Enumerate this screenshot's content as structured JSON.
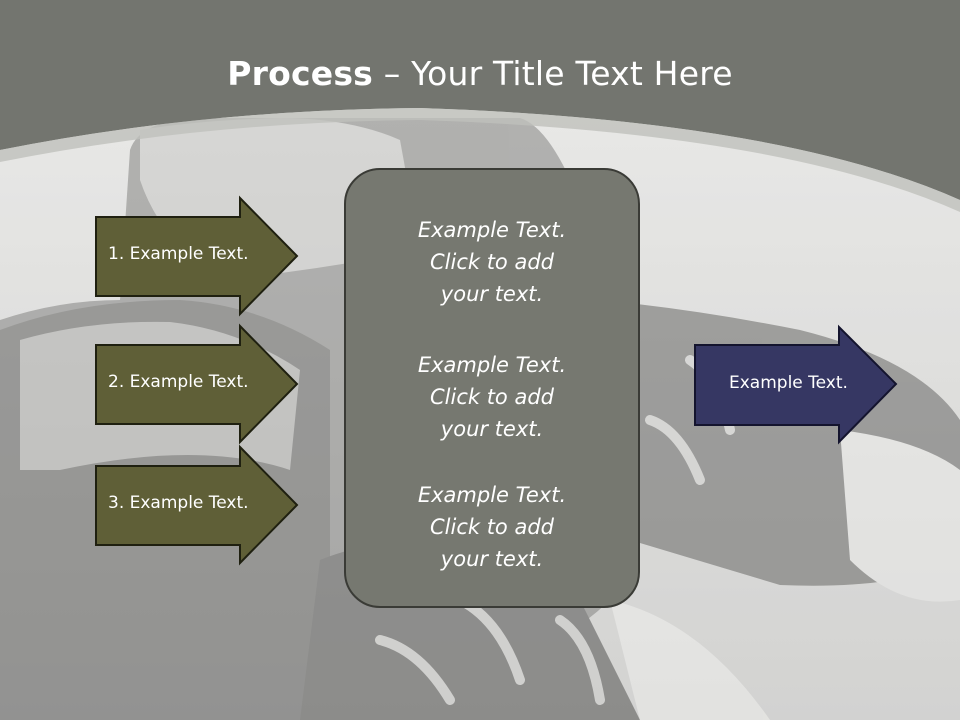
{
  "slide": {
    "title_strong": "Process",
    "title_rest": " – Your Title Text Here"
  },
  "left_steps": [
    {
      "label": "1. Example Text."
    },
    {
      "label": "2. Example Text."
    },
    {
      "label": "3. Example Text."
    }
  ],
  "center_box": {
    "blocks": [
      {
        "lines": [
          "Example Text.",
          "Click  to add",
          "your text."
        ]
      },
      {
        "lines": [
          "Example Text.",
          "Click  to add",
          "your text."
        ]
      },
      {
        "lines": [
          "Example Text.",
          "Click  to add",
          "your text."
        ]
      }
    ]
  },
  "result_arrow": {
    "label": "Example Text."
  },
  "colors": {
    "header_band": "#73756f",
    "step_arrow_fill": "#5f5f37",
    "step_arrow_stroke": "#1f2010",
    "center_box_fill": "#767870",
    "result_arrow_fill": "#363763",
    "result_arrow_stroke": "#14142e"
  },
  "background_image": "sneakers-photo"
}
